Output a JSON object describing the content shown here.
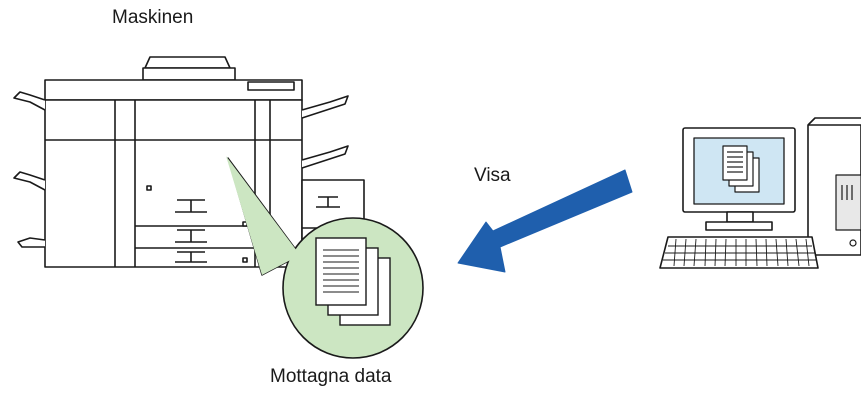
{
  "labels": {
    "machine": "Maskinen",
    "send": "Visa",
    "received": "Mottagna data"
  },
  "colors": {
    "arrow": "#1f5fad",
    "callout_fill": "#cce6c2",
    "screen": "#cfe6f3",
    "line": "#1a1a1a"
  },
  "icons": [
    "printer-machine-icon",
    "computer-icon",
    "documents-icon",
    "send-arrow-icon"
  ]
}
